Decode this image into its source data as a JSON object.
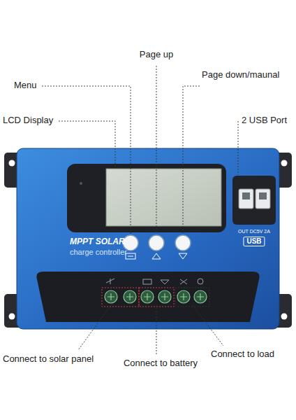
{
  "diagram": {
    "labels": [
      "Page up",
      "Menu",
      "Page down/maunal",
      "LCD Display",
      "2 USB Port",
      "MPPT SOLAR",
      "charge controller",
      "OUT DC5V 2A",
      "USB",
      "Connect to solar panel",
      "Connect to battery",
      "Connect to load"
    ]
  }
}
